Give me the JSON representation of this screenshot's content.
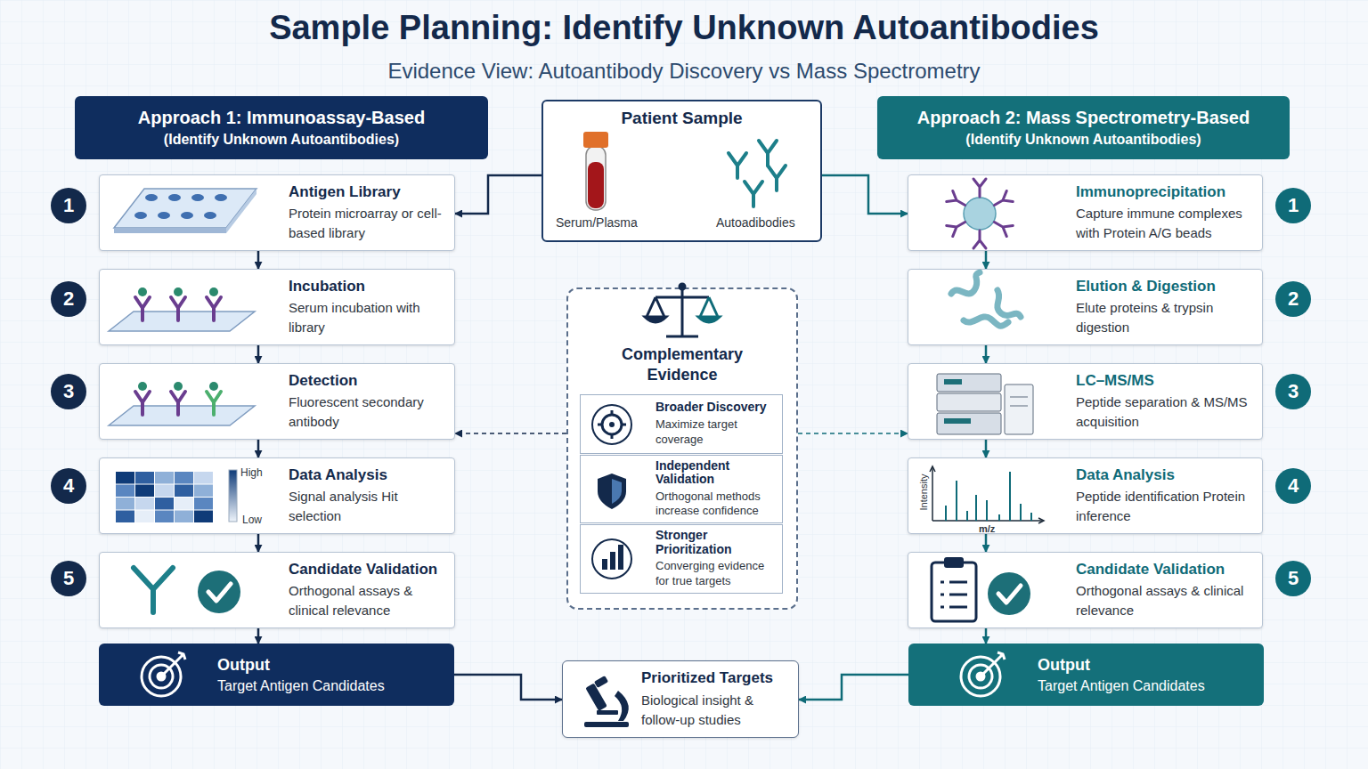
{
  "diagram": {
    "title": "Sample Planning: Identify Unknown Autoantibodies",
    "nodes": [
      {
        "text": [
          "Patient Sample",
          "Serum/Plasma",
          "Autoadibodies"
        ]
      },
      {
        "text": [
          "Approach 1: Immunoassay-Based",
          "(Identify Unknown Autoantibodies)"
        ]
      },
      {
        "text": [
          "Approach 2: Mass Spectrometry-Based",
          "(Identify Unknown Autoantibodies)"
        ]
      },
      {
        "text": [
          "Antigen Library",
          "Protein microarray or cell-based library"
        ]
      },
      {
        "text": [
          "Incubation",
          "Serum incubation with library"
        ]
      },
      {
        "text": [
          "Detection",
          "Fluorescent secondary antibody"
        ]
      },
      {
        "text": [
          "Data Analysis",
          "Signal analysis Hit selection"
        ]
      },
      {
        "text": [
          "Candidate Validation",
          "Orthogonal assays & clinical relevance"
        ]
      },
      {
        "text": [
          "Output",
          "Target Antigen Candidates"
        ]
      },
      {
        "text": [
          "Immunoprecipitation",
          "Capture immune complexes with Protein A/G beads"
        ]
      },
      {
        "text": [
          "Elution & Digestion",
          "Elute proteins & trypsin digestion"
        ]
      },
      {
        "text": [
          "LC–MS/MS",
          "Peptide separation & MS/MS acquisition"
        ]
      },
      {
        "text": [
          "Data Analysis",
          "Peptide identification Protein inference"
        ]
      },
      {
        "text": [
          "Candidate Validation",
          "Orthogonal assays & clinical relevance"
        ]
      },
      {
        "text": [
          "Output",
          "Target Antigen Candidates"
        ]
      },
      {
        "text": [
          "Complementary Evidence"
        ]
      },
      {
        "text": [
          "Broader Discovery",
          "Maximize target coverage"
        ],
        "in": 15
      },
      {
        "text": [
          "Independent Validation",
          "Orthogonal methods increase confidence"
        ],
        "in": 15
      },
      {
        "text": [
          "Stronger Prioritization",
          "Converging evidence for true targets"
        ],
        "in": 15
      },
      {
        "text": [
          "Prioritized Targets",
          "Biological insight & follow-up studies"
        ]
      }
    ],
    "edges": [
      {
        "from": 0,
        "to": 3,
        "arrow": "to"
      },
      {
        "from": 0,
        "to": 9,
        "arrow": "to"
      },
      {
        "from": 3,
        "to": 4,
        "arrow": "to"
      },
      {
        "from": 4,
        "to": 5,
        "arrow": "to"
      },
      {
        "from": 5,
        "to": 6,
        "arrow": "to"
      },
      {
        "from": 6,
        "to": 7,
        "arrow": "to"
      },
      {
        "from": 7,
        "to": 8,
        "arrow": "to"
      },
      {
        "from": 9,
        "to": 10,
        "arrow": "to"
      },
      {
        "from": 10,
        "to": 11,
        "arrow": "to"
      },
      {
        "from": 11,
        "to": 12,
        "arrow": "to"
      },
      {
        "from": 12,
        "to": 13,
        "arrow": "to"
      },
      {
        "from": 13,
        "to": 14,
        "arrow": "to"
      },
      {
        "from": 8,
        "to": 19,
        "arrow": "to"
      },
      {
        "from": 14,
        "to": 19,
        "arrow": "to"
      },
      {
        "from": 15,
        "to": 5,
        "arrow": "to"
      },
      {
        "from": 15,
        "to": 11,
        "arrow": "to"
      }
    ],
    "labels": [
      "Evidence View: Autoantibody Discovery vs Mass Spectrometry",
      "1",
      "2",
      "3",
      "4",
      "5",
      "High",
      "Low",
      "1",
      "2",
      "3",
      "4",
      "5",
      "Intensity",
      "m/z"
    ]
  }
}
